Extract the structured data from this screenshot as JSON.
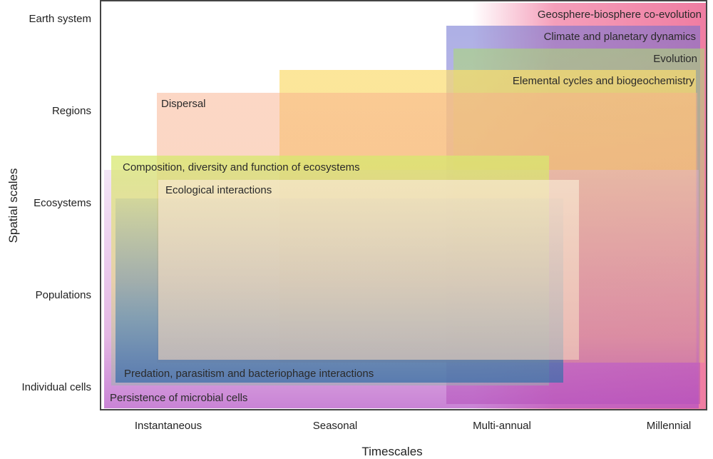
{
  "axes": {
    "y_title": "Spatial scales",
    "x_title": "Timescales",
    "y_ticks": [
      "Earth system",
      "Regions",
      "Ecosystems",
      "Populations",
      "Individual cells"
    ],
    "x_ticks": [
      "Instantaneous",
      "Seasonal",
      "Multi-annual",
      "Millennial"
    ]
  },
  "regions": [
    {
      "label": "Geosphere-biosphere co-evolution",
      "color": "#e8457a"
    },
    {
      "label": "Climate and planetary dynamics",
      "color": "#6a6fd0"
    },
    {
      "label": "Evolution",
      "color": "#9fd36a"
    },
    {
      "label": "Elemental cycles and biogeochemistry",
      "color": "#f6c84a"
    },
    {
      "label": "Dispersal",
      "color": "#f7a07a"
    },
    {
      "label": "Composition, diversity and function of ecosystems",
      "color": "#d8e85a"
    },
    {
      "label": "Ecological interactions",
      "color": "#f3e3c8"
    },
    {
      "label": "Predation, parasitism and bacteriophage interactions",
      "color": "#3d7fb0"
    },
    {
      "label": "Persistence of microbial cells",
      "color": "#b24fc4"
    }
  ]
}
